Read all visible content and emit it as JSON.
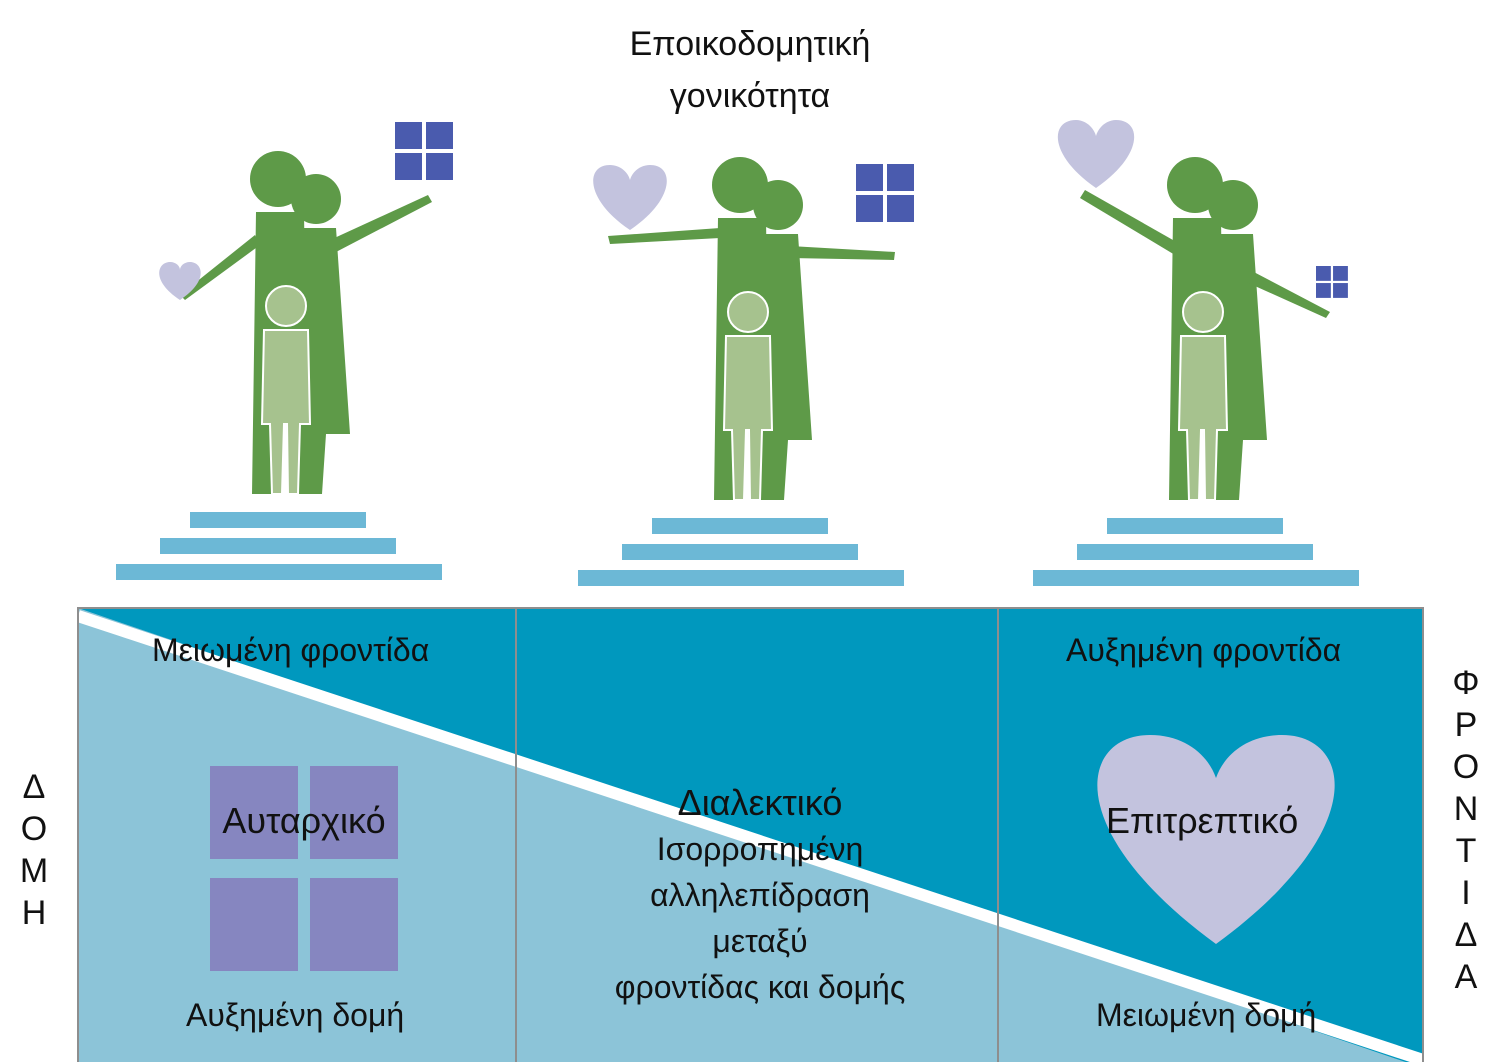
{
  "title": {
    "line1": "Εποικοδομητική",
    "line2": "γονικότητα"
  },
  "axes": {
    "left": [
      "Δ",
      "Ο",
      "Μ",
      "Η"
    ],
    "right": [
      "Φ",
      "Ρ",
      "Ο",
      "Ν",
      "Τ",
      "Ι",
      "Δ",
      "Α"
    ]
  },
  "panels": {
    "left": {
      "top_label": "Μειωμένη φροντίδα",
      "center_label": "Αυταρχικό",
      "bottom_label": "Αυξημένη δομή"
    },
    "middle": {
      "title": "Διαλεκτικό",
      "lines": [
        "Ισορροπημένη",
        "αλληλεπίδραση",
        "μεταξύ",
        "φροντίδας και δομής"
      ]
    },
    "right": {
      "top_label": "Αυξημένη φροντίδα",
      "center_label": "Επιτρεπτικό",
      "bottom_label": "Μειωμένη δομή"
    }
  },
  "colors": {
    "dark_teal": "#0098BE",
    "light_blue": "#8CC4D8",
    "figure_green": "#5E9A48",
    "child_green": "#A6C28E",
    "structure_blue": "#4A5BAE",
    "heart_lavender": "#C3C3DE",
    "square_purple": "#8686C0",
    "step_blue": "#6CB8D6"
  },
  "icons": [
    "family-figure-icon",
    "heart-icon",
    "window-grid-icon",
    "steps-icon"
  ]
}
